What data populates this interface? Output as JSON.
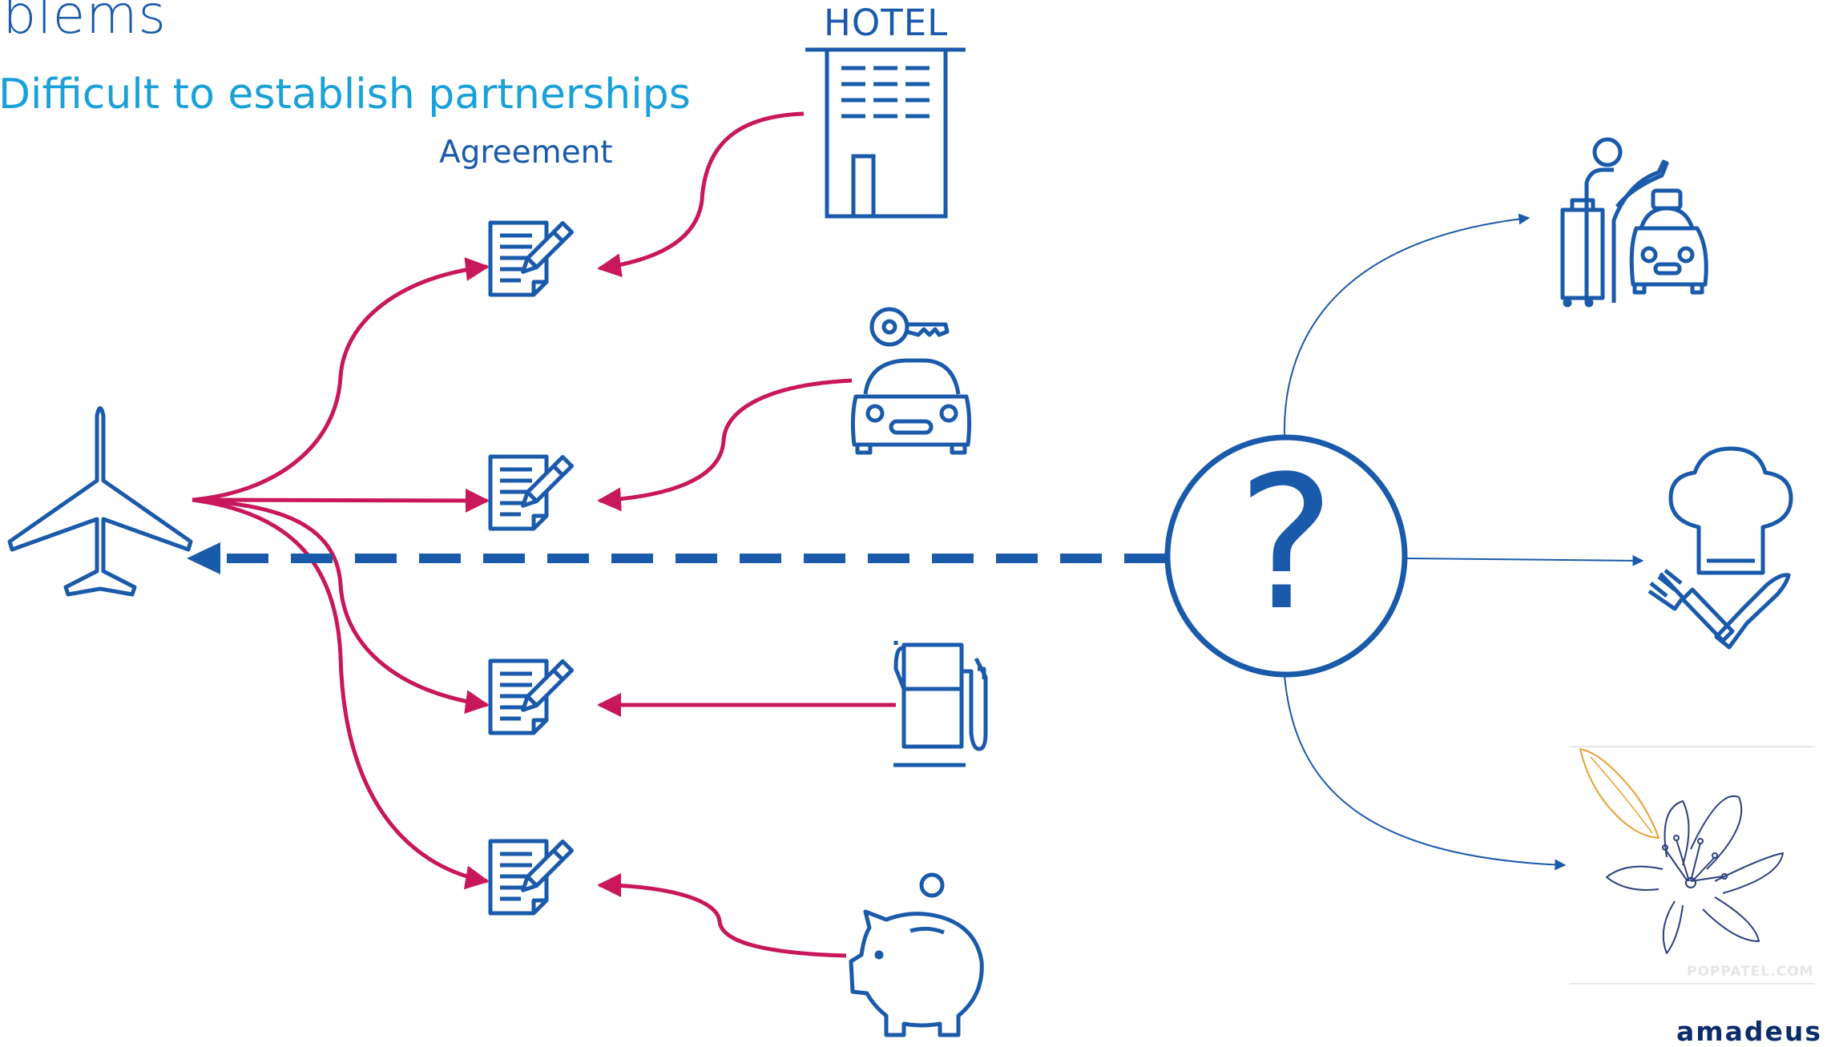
{
  "slide": {
    "title": "oblems",
    "subtitle": "Difficult to establish partnerships",
    "agreement_label": "Agreement",
    "hotel_sign": "HOTEL",
    "question_mark": "?",
    "watermark": "POPPATEL.COM",
    "brand": "amadeus"
  },
  "colors": {
    "primary_blue": "#1a5aab",
    "link_blue": "#1aa1d8",
    "arrow_red": "#c8175b",
    "flower_orange": "#e8a032"
  },
  "icons": {
    "left": [
      "airplane-icon"
    ],
    "agreements": [
      "agreement-document-icon",
      "agreement-document-icon",
      "agreement-document-icon",
      "agreement-document-icon"
    ],
    "partners": [
      "hotel-icon",
      "car-rental-icon",
      "fuel-station-icon",
      "piggy-bank-icon"
    ],
    "center": [
      "question-circle-icon"
    ],
    "unknown_partners": [
      "taxi-passenger-icon",
      "chef-restaurant-icon",
      "lily-flower-icon"
    ]
  }
}
